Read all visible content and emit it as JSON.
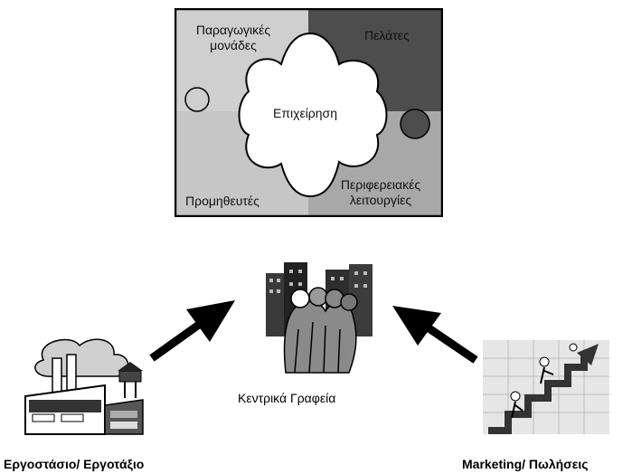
{
  "puzzle": {
    "top_left": [
      "Παραγωγικές",
      "μονάδες"
    ],
    "top_right": "Πελάτες",
    "center": "Επιχείρηση",
    "bottom_left": "Προμηθευτές",
    "bottom_right": [
      "Περιφερειακές",
      "λειτουργίες"
    ],
    "colors": {
      "light": "#c8c8c8",
      "dark": "#4a4a4a",
      "mid": "#a9a9a9",
      "white": "#ffffff"
    }
  },
  "nodes": {
    "left_caption": "Εργοστάσιο/ Εργοτάξιο",
    "center_caption": "Κεντρικά Γραφεία",
    "right_caption": "Marketing/ Πωλήσεις"
  },
  "icons": {
    "factory": "factory-icon",
    "headquarters": "headquarters-icon",
    "marketing": "marketing-growth-icon",
    "arrow": "arrow-icon"
  }
}
